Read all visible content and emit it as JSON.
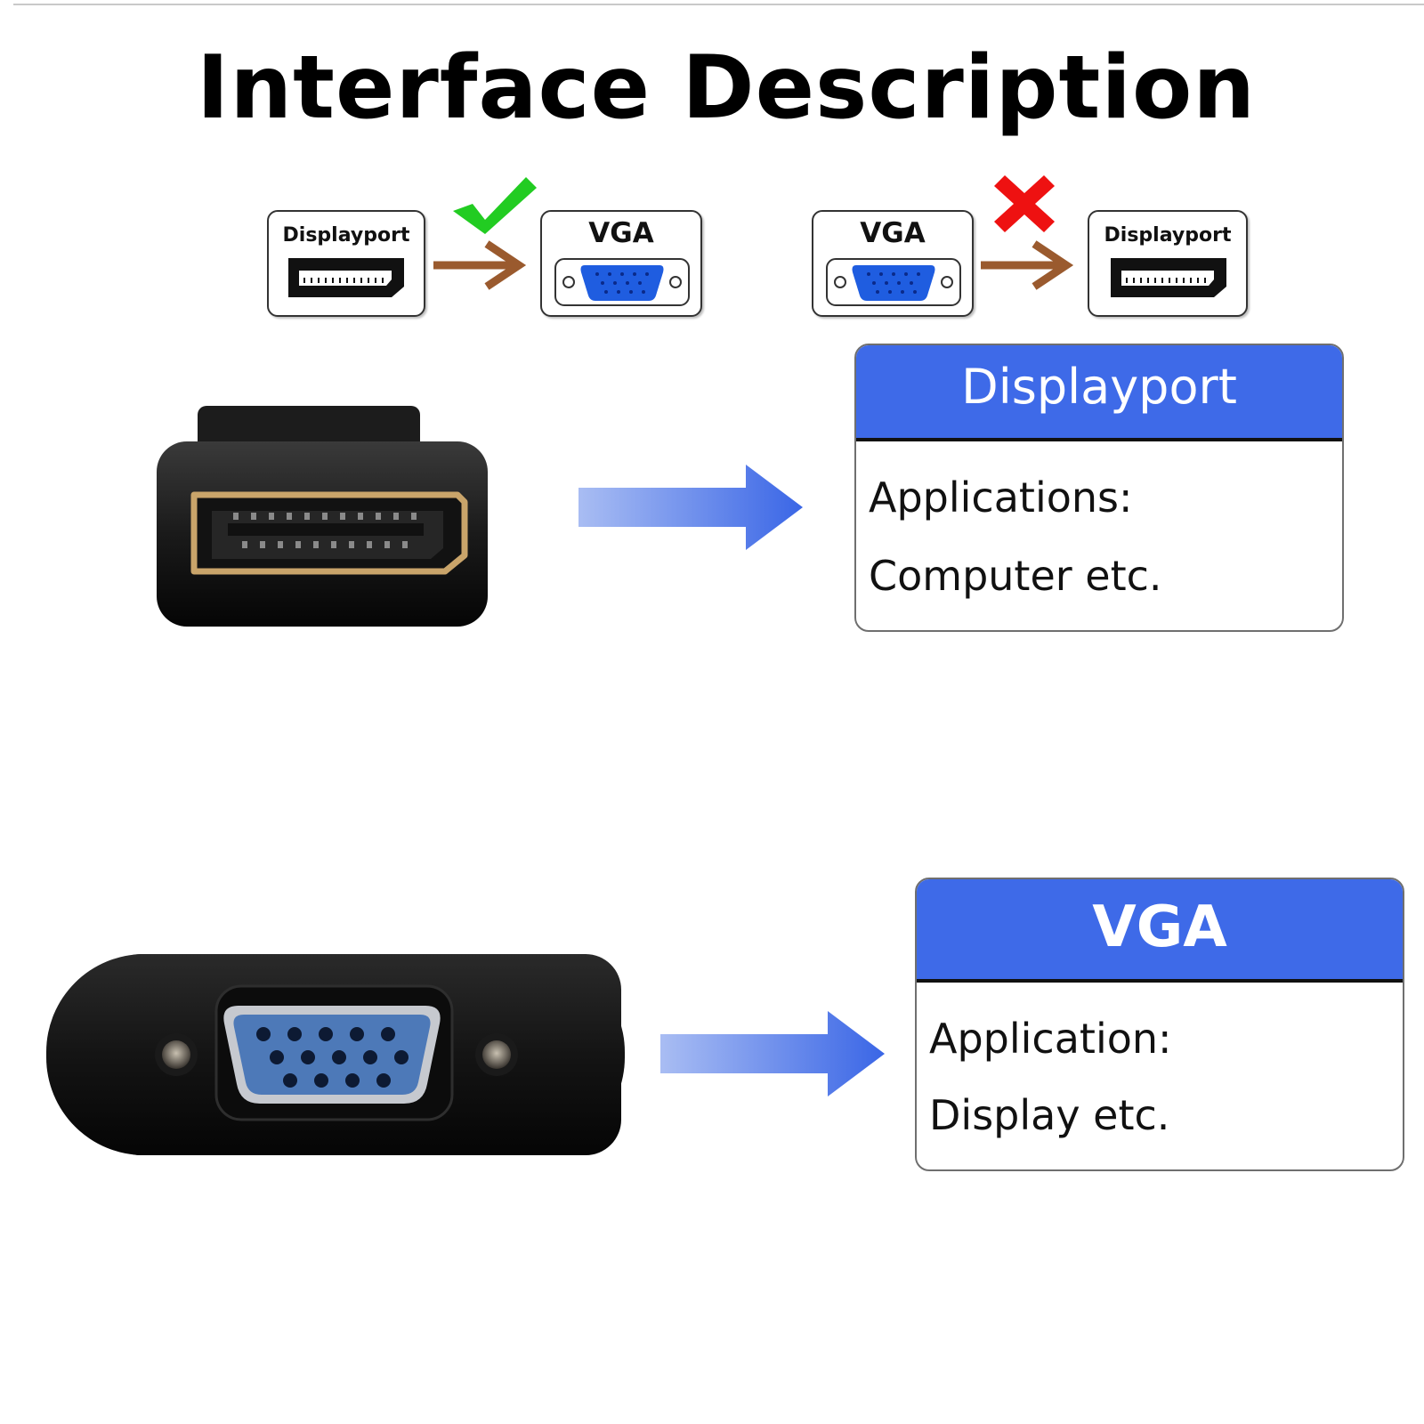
{
  "title": "Interface Description",
  "compatibility": {
    "supported": {
      "from_label": "Displayport",
      "to_label": "VGA",
      "status_icon": "check-icon",
      "status_color": "#22cc22"
    },
    "unsupported": {
      "from_label": "VGA",
      "to_label": "Displayport",
      "status_icon": "cross-icon",
      "status_color": "#ee1111"
    },
    "arrow_color": "#9a5a2e"
  },
  "sections": [
    {
      "header": "Displayport",
      "line1": "Applications:",
      "line2": "Computer etc.",
      "icon": "displayport-connector-icon"
    },
    {
      "header": "VGA",
      "line1": "Application:",
      "line2": "Display etc.",
      "icon": "vga-connector-icon"
    }
  ],
  "colors": {
    "header_blue": "#3e6ae8",
    "connector_blue": "#1f5de0",
    "arrow_blue": "#3a66e6"
  }
}
